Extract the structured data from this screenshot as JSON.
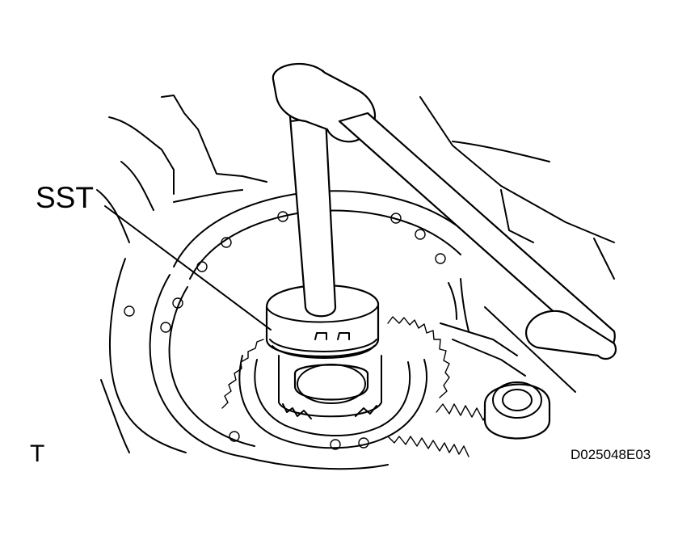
{
  "labels": {
    "sst": "SST",
    "view": "T",
    "figure_code": "D025048E03"
  },
  "colors": {
    "line": "#000000",
    "background": "#ffffff"
  }
}
